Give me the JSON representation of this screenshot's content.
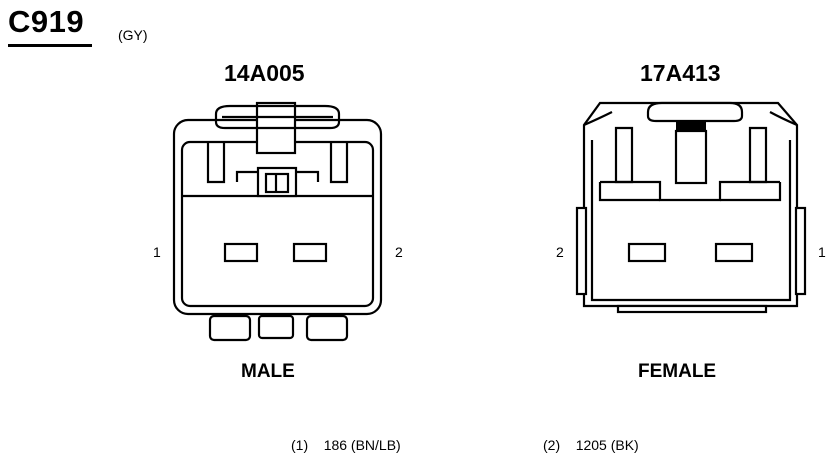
{
  "connector": {
    "id": "C919",
    "color": "(GY)"
  },
  "views": [
    {
      "part_number": "14A005",
      "gender": "MALE",
      "pin_left": "1",
      "pin_right": "2"
    },
    {
      "part_number": "17A413",
      "gender": "FEMALE",
      "pin_left": "2",
      "pin_right": "1"
    }
  ],
  "wires": [
    {
      "pin": "(1)",
      "circuit": "186 (BN/LB)"
    },
    {
      "pin": "(2)",
      "circuit": "1205 (BK)"
    }
  ]
}
